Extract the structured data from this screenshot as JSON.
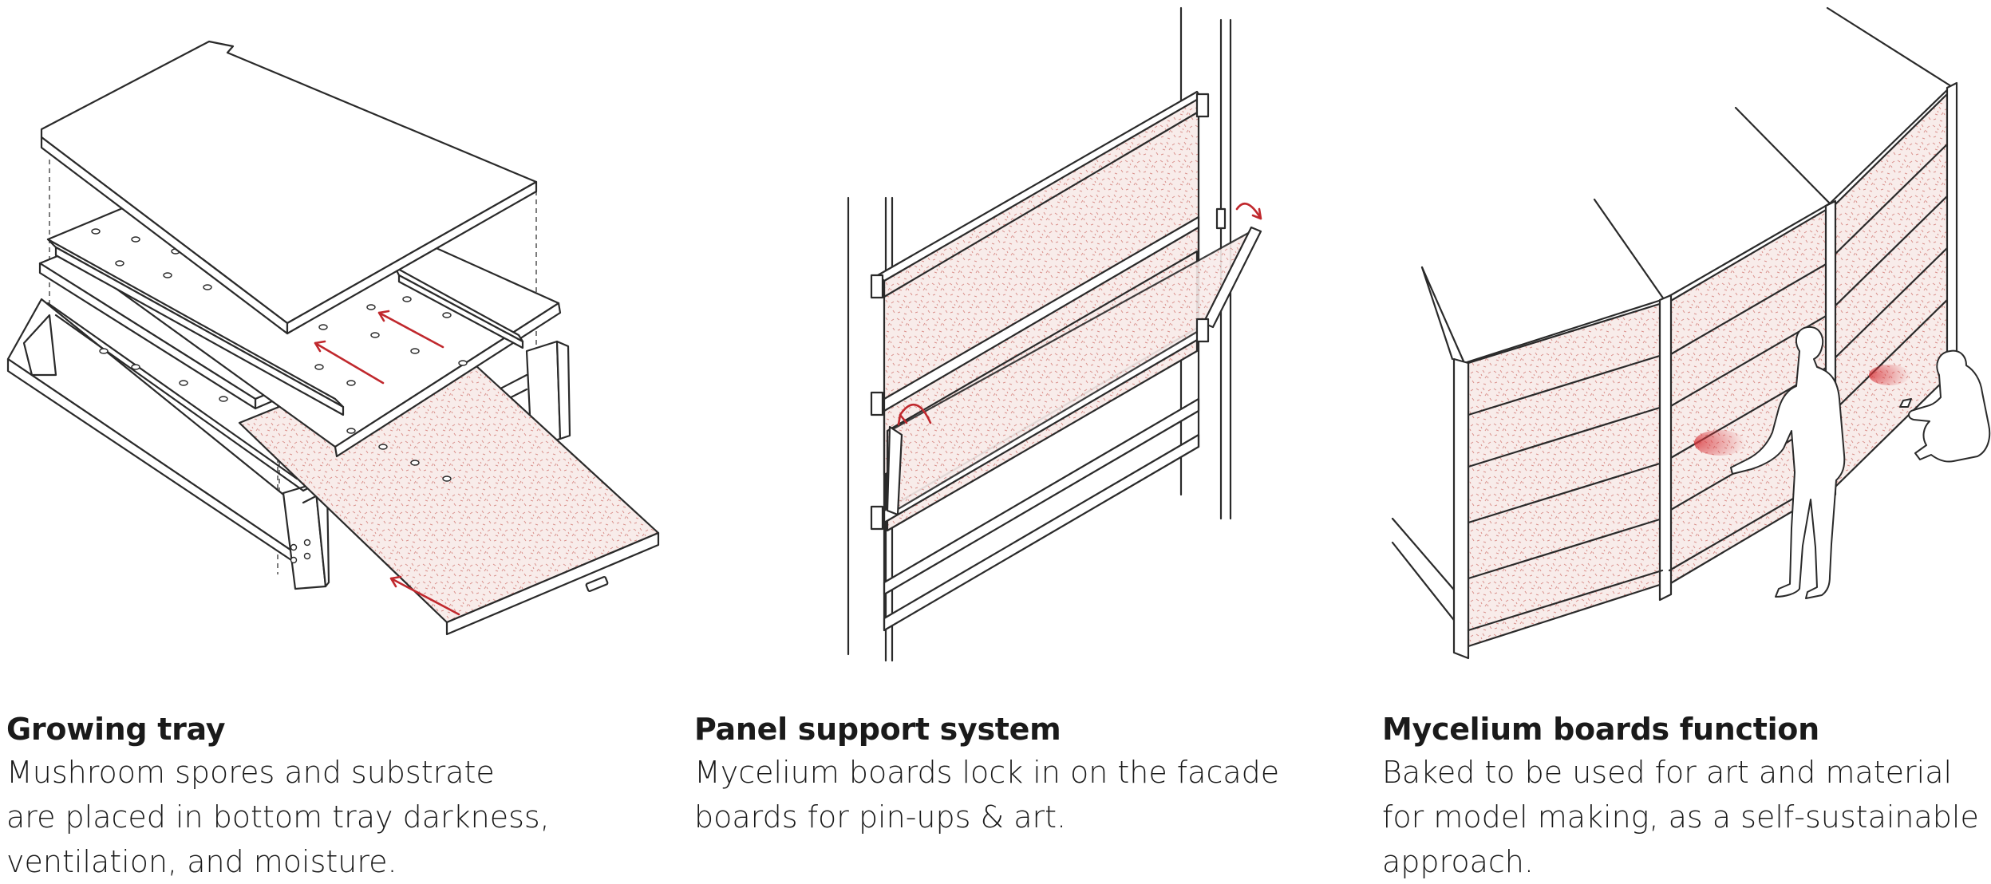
{
  "captions": [
    {
      "title": "Growing tray",
      "lines": [
        "Mushroom spores and substrate",
        "are placed in bottom tray darkness,",
        "ventilation, and moisture."
      ]
    },
    {
      "title": "Panel support system",
      "lines": [
        "Mycelium boards lock in on the facade",
        "boards for pin-ups & art."
      ]
    },
    {
      "title": "Mycelium boards function",
      "lines": [
        "Baked to be used for art and material",
        "for model making, as a self-sustainable",
        "approach."
      ]
    }
  ],
  "colors": {
    "arrow": "#c0282d",
    "board_fill": "#f6e9e7",
    "speckle": "#d98f8a",
    "line": "#2a2a2a"
  }
}
